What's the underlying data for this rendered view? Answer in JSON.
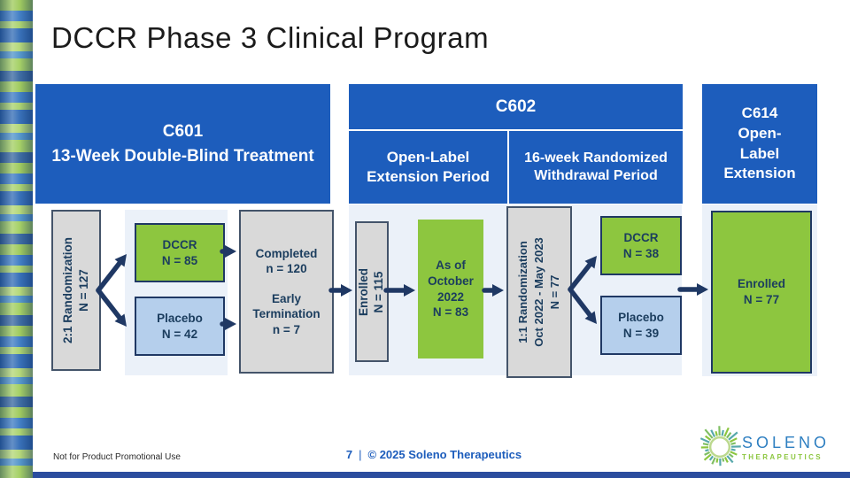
{
  "title": "DCCR Phase 3 Clinical Program",
  "colors": {
    "header_blue": "#1d5dbc",
    "panel_light_blue": "#ebf1f9",
    "green_box": "#8dc63f",
    "light_blue_box": "#b5cfec",
    "gray_box": "#d9d9d9",
    "arrow_navy": "#1f3864",
    "box_text_navy": "#1b3d5e",
    "bottom_bar_blue": "#2b4d9e",
    "logo_blue": "#2e7fc1",
    "logo_green": "#8cc63f"
  },
  "headers": {
    "c601": {
      "study": "C601",
      "label": "13-Week Double-Blind Treatment"
    },
    "c602": {
      "study": "C602",
      "sub_left": "Open-Label Extension Period",
      "sub_right": "16-week Randomized Withdrawal Period"
    },
    "c614": {
      "lines": [
        "C614",
        "Open-",
        "Label",
        "Extension"
      ]
    }
  },
  "flow": {
    "randomization_2_1": {
      "lines": [
        "2:1 Randomization",
        "N = 127"
      ]
    },
    "dccr_85": {
      "lines": [
        "DCCR",
        "N = 85"
      ]
    },
    "placebo_42": {
      "lines": [
        "Placebo",
        "N = 42"
      ]
    },
    "completed": {
      "lines": [
        "Completed",
        "n = 120",
        "Early Termination",
        "n = 7"
      ]
    },
    "enrolled_115": {
      "lines": [
        "Enrolled",
        "N = 115"
      ]
    },
    "as_of_oct_2022": {
      "lines": [
        "As of",
        "October",
        "2022",
        "N = 83"
      ]
    },
    "randomization_1_1": {
      "lines": [
        "1:1 Randomization",
        "Oct 2022 - May 2023",
        "N = 77"
      ]
    },
    "dccr_38": {
      "lines": [
        "DCCR",
        "N = 38"
      ]
    },
    "placebo_39": {
      "lines": [
        "Placebo",
        "N = 39"
      ]
    },
    "enrolled_77": {
      "lines": [
        "Enrolled",
        "N = 77"
      ]
    }
  },
  "footer": {
    "disclaimer": "Not for Product Promotional Use",
    "page_number": "7",
    "separator": "|",
    "copyright": "© 2025 Soleno Therapeutics"
  },
  "logo": {
    "name": "SOLENO",
    "subtitle": "THERAPEUTICS"
  }
}
